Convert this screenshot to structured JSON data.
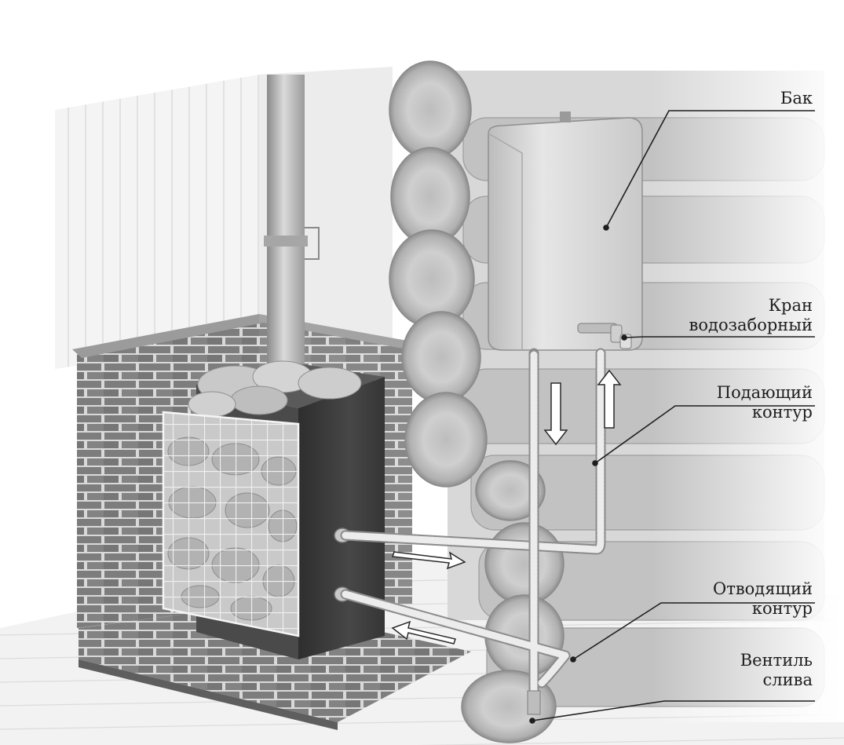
{
  "labels": {
    "tank": {
      "lines": [
        "Бак"
      ]
    },
    "faucet": {
      "lines": [
        "Кран",
        "водозаборный"
      ]
    },
    "supply": {
      "lines": [
        "Подающий",
        "контур"
      ]
    },
    "return": {
      "lines": [
        "Отводящий",
        "контур"
      ]
    },
    "drain": {
      "lines": [
        "Вентиль",
        "слива"
      ]
    }
  },
  "colors": {
    "brick": "#7d7d7d",
    "mortar": "#d9d9d9",
    "stove": "#3a3a3a",
    "tank": "#d6d6d6",
    "log": "#c4c4c4",
    "leader": "#1e1e1e"
  }
}
